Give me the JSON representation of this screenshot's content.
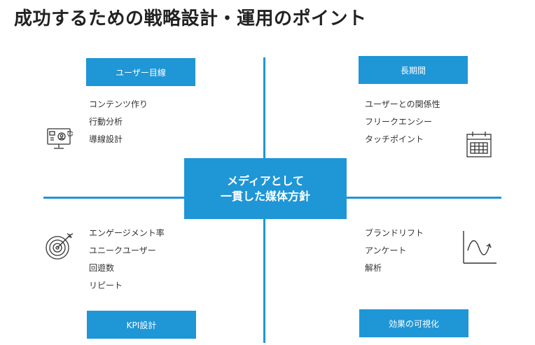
{
  "title": "成功するための戦略設計・運用のポイント",
  "center": {
    "line1": "メディアとして",
    "line2": "一貫した媒体方針"
  },
  "quadrants": {
    "top_left": {
      "label": "ユーザー目線",
      "items": [
        "コンテンツ作り",
        "行動分析",
        "導線設計"
      ],
      "icon": "monitor-user-icon"
    },
    "top_right": {
      "label": "長期間",
      "items": [
        "ユーザーとの関係性",
        "フリークエンシー",
        "タッチポイント"
      ],
      "icon": "calendar-icon"
    },
    "bottom_left": {
      "label": "KPI設計",
      "items": [
        "エンゲージメント率",
        "ユニークユーザー",
        "回遊数",
        "リピート"
      ],
      "icon": "target-icon"
    },
    "bottom_right": {
      "label": "効果の可視化",
      "items": [
        "ブランドリフト",
        "アンケート",
        "解析"
      ],
      "icon": "graph-icon"
    }
  },
  "colors": {
    "accent": "#1f96d6",
    "text": "#333333",
    "title": "#222222"
  }
}
